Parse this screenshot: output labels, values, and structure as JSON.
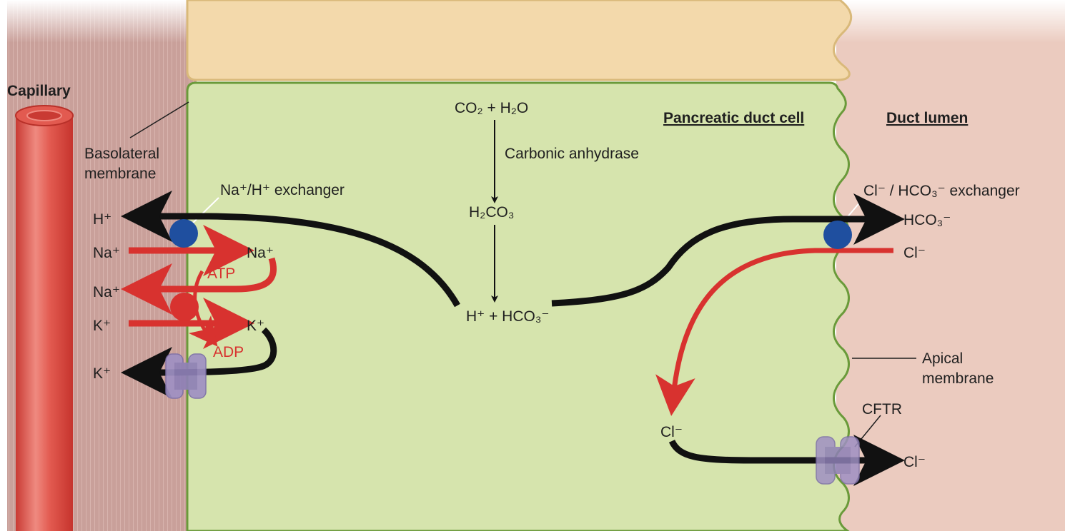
{
  "labels": {
    "capillary": "Capillary",
    "basolateral_1": "Basolateral",
    "basolateral_2": "membrane",
    "na_h_exchanger": "Na⁺/H⁺ exchanger",
    "h_plus": "H⁺",
    "na_plus": "Na⁺",
    "k_plus": "K⁺",
    "atp": "ATP",
    "adp": "ADP",
    "reaction_top": "CO₂ + H₂O",
    "carbonic_anhydrase": "Carbonic anhydrase",
    "h2co3": "H₂CO₃",
    "h_hco3": "H⁺ + HCO₃⁻",
    "pancreatic_duct_cell": "Pancreatic duct cell",
    "duct_lumen": "Duct lumen",
    "cl_hco3_exchanger": "Cl⁻ / HCO₃⁻ exchanger",
    "hco3_minus": "HCO₃⁻",
    "cl_minus": "Cl⁻",
    "apical_1": "Apical",
    "apical_2": "membrane",
    "cftr": "CFTR"
  },
  "colors": {
    "cell": "#d6e4ad",
    "cell_border": "#6a9a3a",
    "lumen": "#ebcbbf",
    "interstitial": "#c9a09a",
    "capillary": "#d9463e",
    "top_cell": "#f3d9ab",
    "red_flow": "#d8322f",
    "black_flow": "#111111",
    "exchanger_blue": "#1f4f9f",
    "pump_red": "#d8322f",
    "channel_purple": "#9f90c3"
  }
}
